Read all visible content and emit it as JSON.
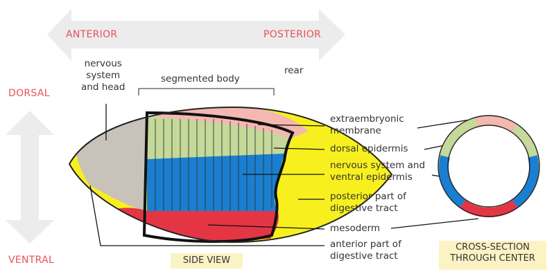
{
  "axes": {
    "anterior": "ANTERIOR",
    "posterior": "POSTERIOR",
    "dorsal": "DORSAL",
    "ventral": "VENTRAL"
  },
  "top_labels": {
    "nervous_head": [
      "nervous",
      "system",
      "and head"
    ],
    "segmented_body": "segmented body",
    "rear": "rear"
  },
  "legend": {
    "extraembryonic": [
      "extraembryonic",
      "membrane"
    ],
    "dorsal_epidermis": "dorsal epidermis",
    "nervous_ventral": [
      "nervous system and",
      "ventral epidermis"
    ],
    "posterior_digestive": [
      "posterior part of",
      "digestive tract"
    ],
    "mesoderm": "mesoderm",
    "anterior_digestive": [
      "anterior part of",
      "digestive tract"
    ]
  },
  "captions": {
    "side_view": "SIDE VIEW",
    "cross_section": [
      "CROSS-SECTION",
      "THROUGH CENTER"
    ]
  },
  "colors": {
    "axis_text": "#e8505b",
    "arrow_fill": "#ececec",
    "extraembryonic": "#f4b8b0",
    "dorsal_epidermis": "#c4d99a",
    "nervous_ventral": "#1a7fd0",
    "digestive": "#f7f01e",
    "mesoderm": "#e43544",
    "head": "#c8c2ba",
    "caption_bg": "#fbf3c4"
  }
}
